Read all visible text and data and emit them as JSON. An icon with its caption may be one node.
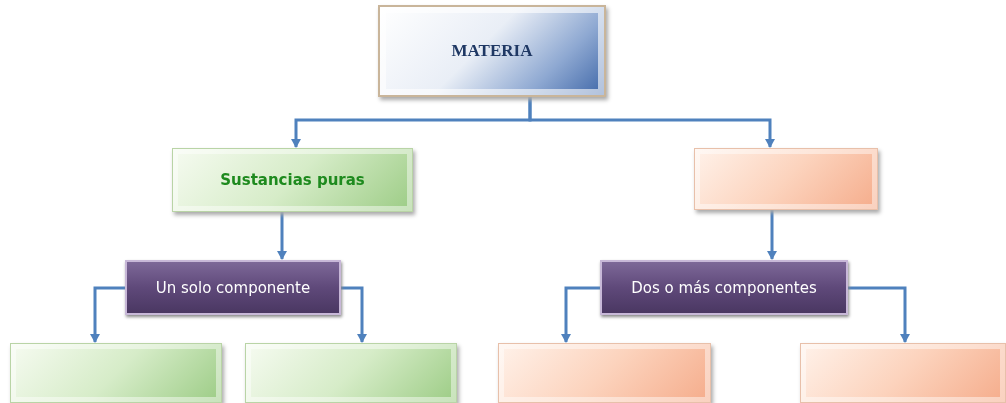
{
  "diagram": {
    "nodes": [
      {
        "text": [
          "MATERIA"
        ]
      },
      {
        "text": [
          "Sustancias puras"
        ]
      },
      {
        "text": [],
        "shape": "box"
      },
      {
        "text": [
          "Un solo componente"
        ]
      },
      {
        "text": [
          "Dos o más componentes"
        ]
      },
      {
        "text": [],
        "shape": "box"
      },
      {
        "text": [],
        "shape": "box"
      },
      {
        "text": [],
        "shape": "box"
      },
      {
        "text": [],
        "shape": "box"
      }
    ],
    "edges": [
      {
        "from": 0,
        "to": 1,
        "arrow": "to"
      },
      {
        "from": 0,
        "to": 2,
        "arrow": "to"
      },
      {
        "from": 1,
        "to": 3,
        "arrow": "to"
      },
      {
        "from": 2,
        "to": 4,
        "arrow": "to"
      },
      {
        "from": 3,
        "to": 5,
        "arrow": "to"
      },
      {
        "from": 3,
        "to": 6,
        "arrow": "to"
      },
      {
        "from": 4,
        "to": 7,
        "arrow": "to"
      },
      {
        "from": 4,
        "to": 8,
        "arrow": "to"
      }
    ]
  }
}
